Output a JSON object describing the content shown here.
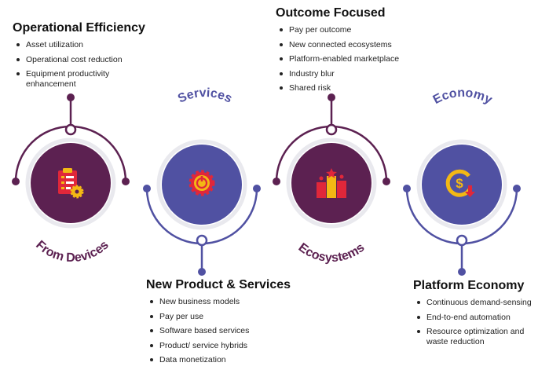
{
  "colors": {
    "purple": "#5c2151",
    "purple_dark": "#4a1741",
    "navy": "#5051a2",
    "navy_dark": "#3d3e8c",
    "icon_red": "#e0273a",
    "icon_yellow": "#f3b814"
  },
  "stages": [
    {
      "label": "From Devices",
      "icon": "clipboard-gear-icon",
      "heading": "Operational Efficiency",
      "bullets": [
        "Asset utilization",
        "Operational cost reduction",
        "Equipment productivity enhancement"
      ]
    },
    {
      "label": "Services",
      "icon": "gear-power-icon",
      "heading": "New Product & Services",
      "bullets": [
        "New business models",
        "Pay per use",
        "Software based services",
        "Product/ service hybrids",
        "Data monetization"
      ]
    },
    {
      "label": "Ecosystems",
      "icon": "podium-star-icon",
      "heading": "Outcome Focused",
      "bullets": [
        "Pay per outcome",
        "New connected ecosystems",
        "Platform-enabled marketplace",
        "Industry blur",
        "Shared risk"
      ]
    },
    {
      "label": "Economy",
      "icon": "dollar-cycle-icon",
      "heading": "Platform Economy",
      "bullets": [
        "Continuous demand-sensing",
        "End-to-end automation",
        "Resource optimization and waste reduction"
      ]
    }
  ]
}
